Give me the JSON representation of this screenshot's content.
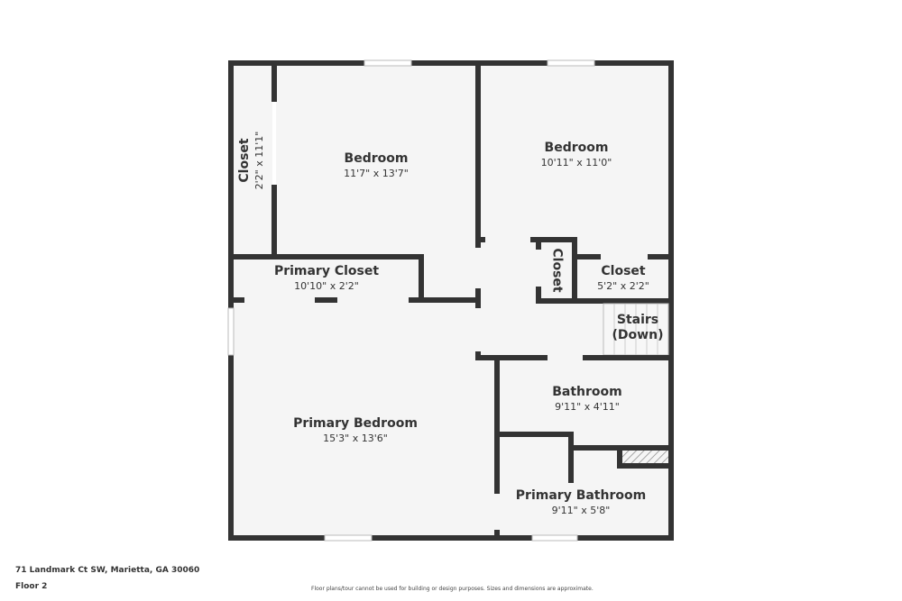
{
  "floorplan": {
    "address": "71 Landmark Ct SW, Marietta, GA 30060",
    "floor": "Floor 2",
    "disclaimer": "Floor plans/tour cannot be used for building or design purposes. Sizes and dimensions are approximate.",
    "colors": {
      "wall": "#333333",
      "floor": "#f5f5f5",
      "background": "#ffffff"
    },
    "rooms": [
      {
        "id": "closet-left",
        "name": "Closet",
        "dims": "2'2\" x 11'1\""
      },
      {
        "id": "bedroom-1",
        "name": "Bedroom",
        "dims": "11'7\" x 13'7\""
      },
      {
        "id": "bedroom-2",
        "name": "Bedroom",
        "dims": "10'11\" x 11'0\""
      },
      {
        "id": "primary-closet",
        "name": "Primary Closet",
        "dims": "10'10\" x 2'2\""
      },
      {
        "id": "closet-small",
        "name": "Closet",
        "dims": ""
      },
      {
        "id": "closet-right",
        "name": "Closet",
        "dims": "5'2\" x 2'2\""
      },
      {
        "id": "stairs",
        "name": "Stairs",
        "dims": "(Down)"
      },
      {
        "id": "bathroom",
        "name": "Bathroom",
        "dims": "9'11\" x 4'11\""
      },
      {
        "id": "primary-bedroom",
        "name": "Primary Bedroom",
        "dims": "15'3\" x 13'6\""
      },
      {
        "id": "primary-bathroom",
        "name": "Primary Bathroom",
        "dims": "9'11\" x 5'8\""
      }
    ]
  }
}
